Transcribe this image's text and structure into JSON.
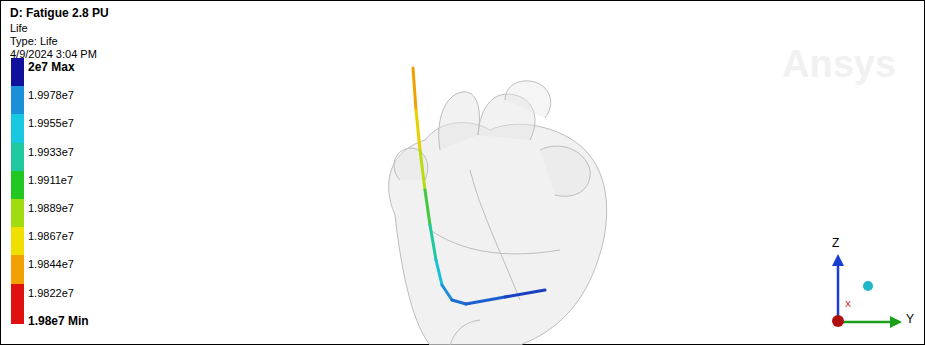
{
  "diagram": {
    "title": "D: Fatigue 2.8 PU",
    "labels": [
      "Life",
      "Type: Life",
      "4/9/2024 3:04 PM",
      "Ansys",
      "Z",
      "X",
      "Y"
    ],
    "legend": [
      {
        "text": "2e7 Max",
        "color": "#10109c"
      },
      {
        "text": "1.9978e7",
        "color": "#1b8fd8"
      },
      {
        "text": "1.9955e7",
        "color": "#18c8e0"
      },
      {
        "text": "1.9933e7",
        "color": "#20c8a0"
      },
      {
        "text": "1.9911e7",
        "color": "#22c822"
      },
      {
        "text": "1.9889e7",
        "color": "#a0dc10"
      },
      {
        "text": "1.9867e7",
        "color": "#f0e000"
      },
      {
        "text": "1.9844e7",
        "color": "#f0a000"
      },
      {
        "text": "1.9822e7",
        "color": "#e01010"
      },
      {
        "text": "1.98e7 Min",
        "color": "#e01010"
      }
    ]
  }
}
